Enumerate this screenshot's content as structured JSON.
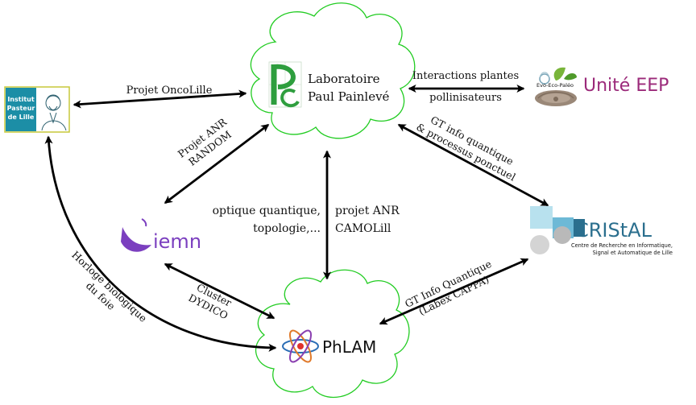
{
  "nodes": {
    "lpp": {
      "line1": "Laboratoire",
      "line2": "Paul Painlevé"
    },
    "phlam": {
      "name": "PhLAM"
    },
    "pasteur": {
      "line1": "Institut",
      "line2": "Pasteur",
      "line3": "de Lille"
    },
    "eep": {
      "name": "Unité EEP",
      "logo_text": "Evo-Eco-Paléo"
    },
    "cristal": {
      "name": "CRIStAL",
      "sub1": "Centre de Recherche en Informatique,",
      "sub2": "Signal et Automatique de Lille"
    },
    "iemn": {
      "name": "iemn"
    }
  },
  "edges": {
    "oncolille": {
      "label": "Projet OncoLille"
    },
    "eep": {
      "line1": "Interactions plantes",
      "line2": "pollinisateurs"
    },
    "random": {
      "line1": "Projet ANR",
      "line2": "RANDOM"
    },
    "camolill": {
      "line1": "projet ANR",
      "line2": "CAMOLill"
    },
    "gt_quantique": {
      "line1": "GT info quantique",
      "line2": "& processus ponctuel"
    },
    "dydico": {
      "line1": "Cluster",
      "line2": "DYDICO"
    },
    "horloge": {
      "line1": "Horloge biologique",
      "line2": "du foie"
    },
    "cappa": {
      "line1": "GT Info Quantique",
      "line2": "(Labex CAPPA)"
    },
    "optique": {
      "line1": "optique quantique,",
      "line2": "topologie,..."
    }
  },
  "colors": {
    "cloud_stroke": "#22cc22",
    "lpp_green": "#2e9e3e",
    "eep_purple": "#9b2a7a",
    "cristal_blue": "#2b6f8e",
    "iemn_purple": "#7b3fbf",
    "pasteur_teal": "#1c8ea6",
    "phlam_red": "#e0322b",
    "phlam_blue": "#2a6db5"
  }
}
